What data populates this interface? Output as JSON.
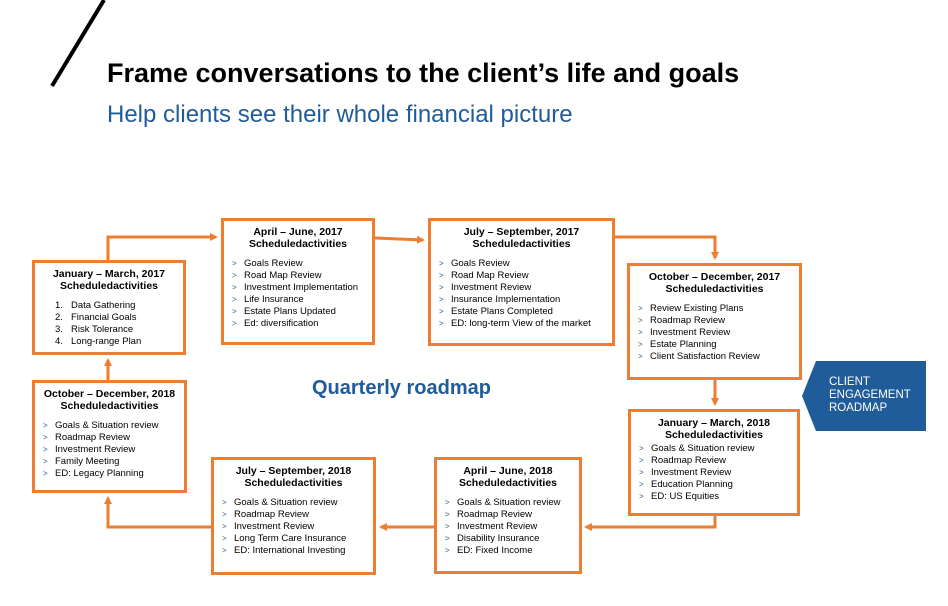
{
  "header": {
    "title": "Frame conversations to the client’s life and goals",
    "subtitle": "Help clients see their whole financial picture"
  },
  "center_label": "Quarterly roadmap",
  "tag": {
    "line1": "CLIENT",
    "line2": "ENGAGEMENT",
    "line3": "ROADMAP"
  },
  "colors": {
    "accent": "#ed7d31",
    "blue": "#1f5c99",
    "tag": "#1f5c99"
  },
  "boxes": [
    {
      "title": "January – March, 2017",
      "subtitle": "Scheduledactivities",
      "numbered": true,
      "items": [
        "Data Gathering",
        "Financial Goals",
        "Risk Tolerance",
        "Long-range Plan"
      ]
    },
    {
      "title": "April – June, 2017",
      "subtitle": "Scheduledactivities",
      "items": [
        "Goals Review",
        "Road Map Review",
        "Investment Implementation",
        "Life Insurance",
        "Estate Plans Updated",
        "Ed: diversification"
      ]
    },
    {
      "title": "July – September, 2017",
      "subtitle": "Scheduledactivities",
      "items": [
        "Goals Review",
        "Road Map Review",
        "Investment Review",
        "Insurance Implementation",
        "Estate Plans Completed",
        "ED: long-term View of the market"
      ]
    },
    {
      "title": "October – December, 2017",
      "subtitle": "Scheduledactivities",
      "items": [
        "Review Existing Plans",
        "Roadmap Review",
        "Investment Review",
        "Estate Planning",
        "Client Satisfaction Review"
      ]
    },
    {
      "title": "January – March, 2018",
      "subtitle": "Scheduledactivities",
      "items": [
        "Goals & Situation review",
        "Roadmap Review",
        "Investment Review",
        "Education Planning",
        "ED: US Equities"
      ]
    },
    {
      "title": "April – June, 2018",
      "subtitle": "Scheduledactivities",
      "items": [
        "Goals & Situation review",
        "Roadmap Review",
        "Investment Review",
        "Disability Insurance",
        "ED: Fixed Income"
      ]
    },
    {
      "title": "July – September, 2018",
      "subtitle": "Scheduledactivities",
      "items": [
        "Goals & Situation review",
        "Roadmap Review",
        "Investment Review",
        "Long Term Care Insurance",
        "ED: International Investing"
      ]
    },
    {
      "title": "October – December, 2018",
      "subtitle": "Scheduledactivities",
      "items": [
        "Goals & Situation review",
        "Roadmap Review",
        "Investment Review",
        "Family Meeting",
        "ED: Legacy Planning"
      ]
    }
  ]
}
